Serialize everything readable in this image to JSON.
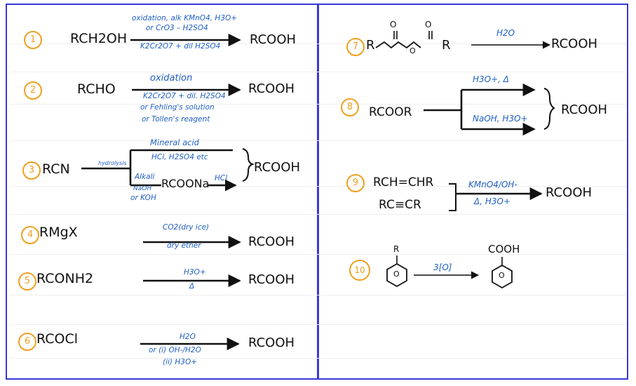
{
  "reactions": [
    {
      "number": "1",
      "reactant": "RCH2OH",
      "conditions": [
        "oxidation, alk KMnO4, H3O+",
        "or CrO3 – H2SO4",
        "K2Cr2O7 + dil H2SO4"
      ],
      "product": "RCOOH"
    },
    {
      "number": "2",
      "reactant": "RCHO",
      "conditions": [
        "oxidation",
        "K2Cr2O7 + dil. H2SO4",
        "or Fehling's solution",
        "or Tollen's reagent"
      ],
      "product": "RCOOH"
    },
    {
      "number": "3",
      "reactant": "RCN",
      "hydrolysis_label": "hydrolysis",
      "acid_branch": [
        "Mineral acid",
        "HCl, H2SO4 etc"
      ],
      "alkali_branch": {
        "label": "Alkali",
        "reagents": [
          "NaOH",
          "or KOH"
        ],
        "intermediate": "RCOONa",
        "acid": "HCl"
      },
      "product": "RCOOH"
    },
    {
      "number": "4",
      "reactant": "RMgX",
      "conditions": [
        "CO2(dry ice)",
        "dry ether"
      ],
      "product": "RCOOH"
    },
    {
      "number": "5",
      "reactant": "RCONH2",
      "conditions": [
        "H3O+",
        "Δ"
      ],
      "product": "RCOOH"
    },
    {
      "number": "6",
      "reactant": "RCOCl",
      "conditions": [
        "H2O",
        "or (i) OH-/H2O",
        "(ii) H3O+"
      ],
      "product": "RCOOH"
    },
    {
      "number": "7",
      "reactant_parts": {
        "r_left": "R",
        "o_left": "O",
        "o_bridge": "O",
        "o_right": "O",
        "r_right": "R"
      },
      "conditions": [
        "H2O"
      ],
      "product": "RCOOH"
    },
    {
      "number": "8",
      "reactant": "RCOOR",
      "upper_conditions": "H3O+, Δ",
      "lower_conditions": "NaOH, H3O+",
      "product": "RCOOH"
    },
    {
      "number": "9",
      "reactants": [
        "RCH=CHR",
        "RC≡CR"
      ],
      "conditions": [
        "KMnO4/OH-",
        "Δ, H3O+"
      ],
      "product": "RCOOH"
    },
    {
      "number": "10",
      "reactant_substituent": "R",
      "conditions": [
        "3[O]"
      ],
      "product_substituent": "COOH",
      "ring_symbol": "O"
    }
  ]
}
